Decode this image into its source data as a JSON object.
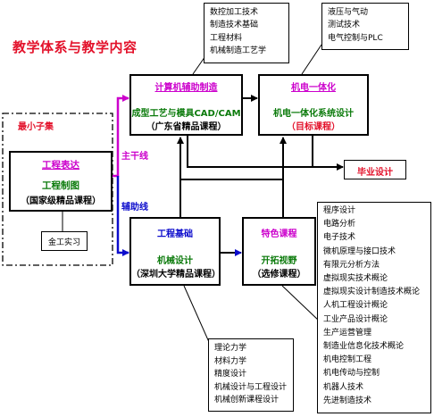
{
  "title": "教学体系与教学内容",
  "min_set": {
    "label": "最小子集",
    "box_title": "工程表达",
    "box_course": "工程制图",
    "box_note": "（国家级精品课程）",
    "sub": "金工实习"
  },
  "edges": {
    "trunk": "主干线",
    "aux": "辅助线"
  },
  "cad": {
    "title": "计算机辅助制造",
    "course": "成型工艺与模具CAD/CAM",
    "note": "（广东省精品课程）"
  },
  "mech": {
    "title": "机电一体化",
    "course": "机电一体化系统设计",
    "note": "（目标课程）"
  },
  "eng": {
    "title": "工程基础",
    "course": "机械设计",
    "note": "（深圳大学精品课程）"
  },
  "feat": {
    "title": "特色课程",
    "course": "开拓视野",
    "note": "（选修课程）"
  },
  "grad": "毕业设计",
  "list_cad": [
    "数控加工技术",
    "制造技术基础",
    "工程材料",
    "机械制造工艺学"
  ],
  "list_mech": [
    "液压与气动",
    "测试技术",
    "电气控制与PLC"
  ],
  "list_eng": [
    "理论力学",
    "材料力学",
    "精度设计",
    "机械设计与工程设计",
    "机械创新课程设计"
  ],
  "list_feat": [
    "程序设计",
    "电路分析",
    "电子技术",
    "微机原理与接口技术",
    "有限元分析方法",
    "虚拟现实技术概论",
    "虚拟现实设计制造技术概论",
    "人机工程设计概论",
    "工业产品设计概论",
    "生产运营管理",
    "制造业信息化技术概论",
    "机电控制工程",
    "机电传动与控制",
    "机器人技术",
    "先进制造技术"
  ],
  "colors": {
    "title": "#e3122b",
    "heading": "#cc00cc",
    "course": "#0a7a0a",
    "target": "#e3122b",
    "arrow_trunk": "#cc00cc",
    "arrow_aux": "#0c0ccc",
    "arrow_main": "#000000"
  }
}
